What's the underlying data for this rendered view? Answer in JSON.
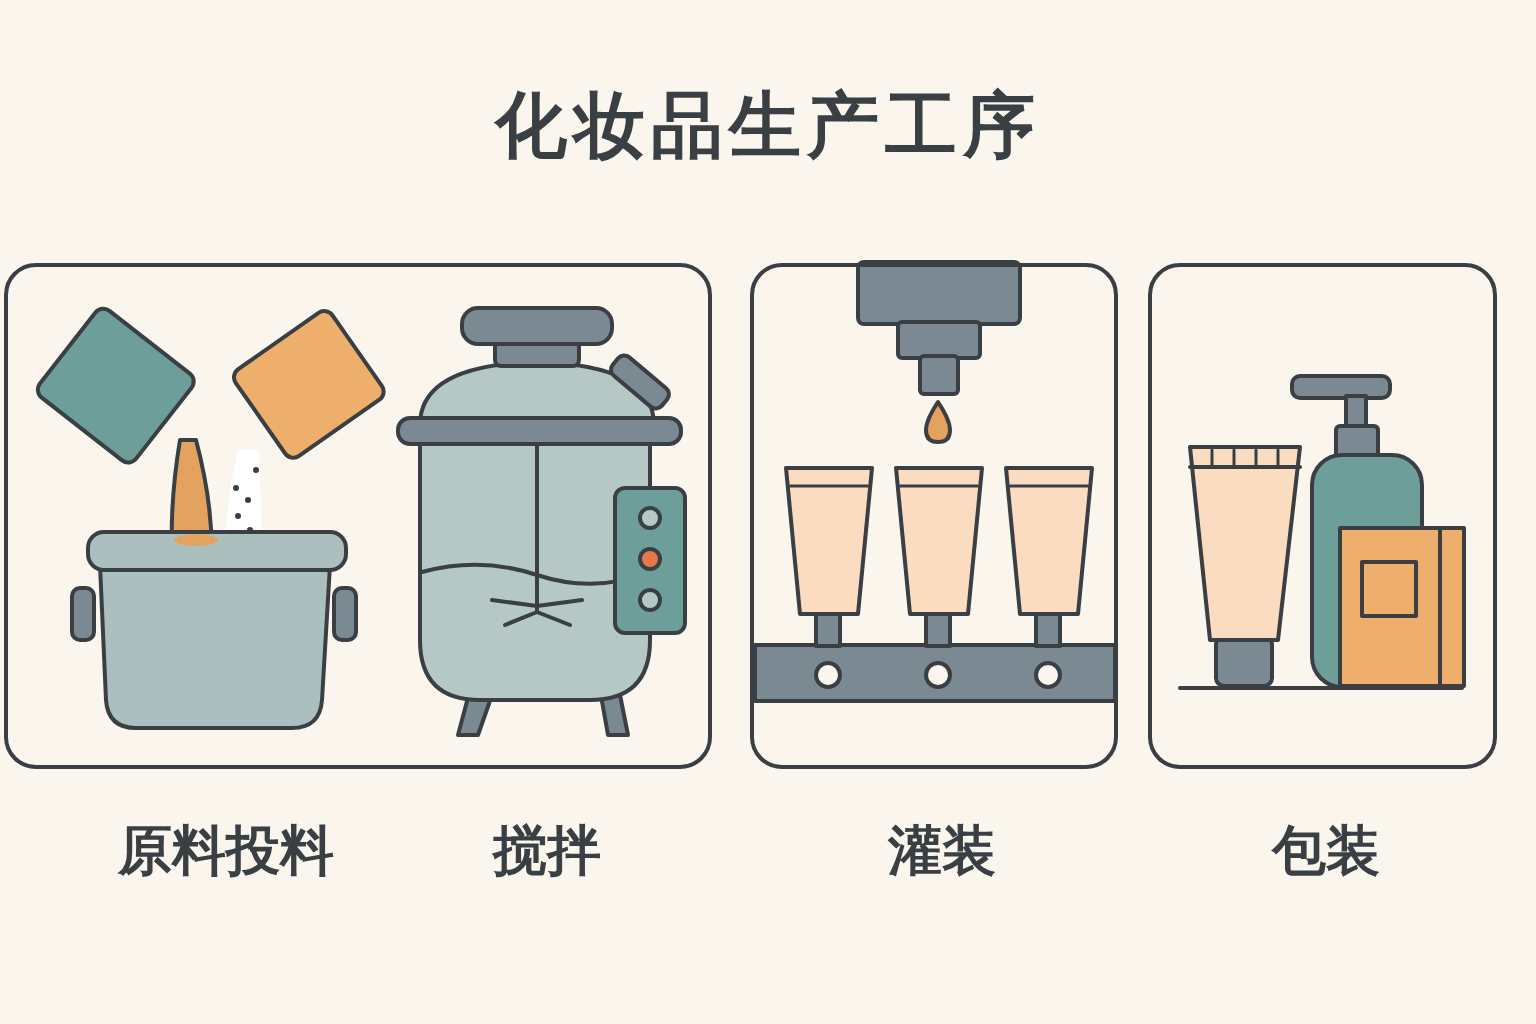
{
  "diagram": {
    "title": "化妆品生产工序",
    "nodes": [
      {
        "text": [
          "原料投料",
          "搅拌"
        ]
      },
      {
        "text": [
          "灌装"
        ]
      },
      {
        "text": [
          "包装"
        ]
      }
    ]
  }
}
